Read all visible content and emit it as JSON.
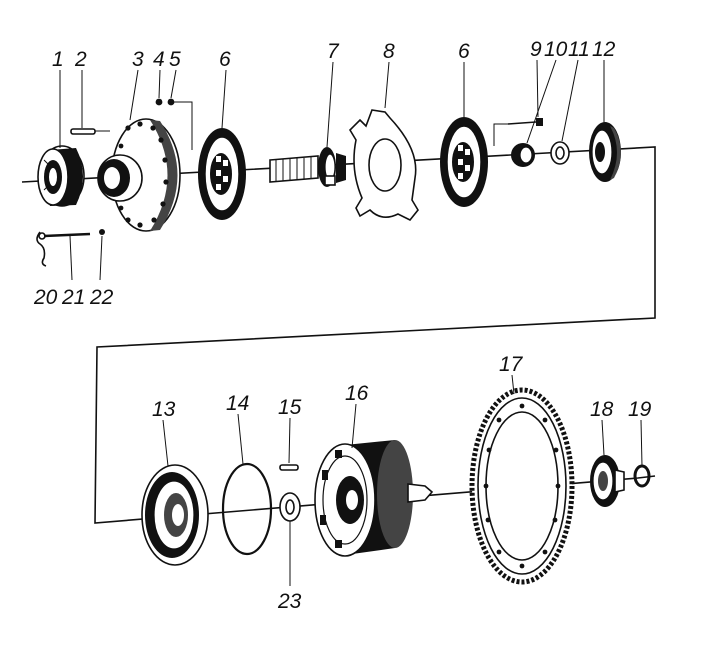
{
  "diagram": {
    "labels": [
      {
        "id": "l1",
        "text": "1"
      },
      {
        "id": "l2",
        "text": "2"
      },
      {
        "id": "l3",
        "text": "3"
      },
      {
        "id": "l4",
        "text": "4"
      },
      {
        "id": "l5",
        "text": "5"
      },
      {
        "id": "l6a",
        "text": "6"
      },
      {
        "id": "l7",
        "text": "7"
      },
      {
        "id": "l8",
        "text": "8"
      },
      {
        "id": "l6b",
        "text": "6"
      },
      {
        "id": "l9",
        "text": "9"
      },
      {
        "id": "l10",
        "text": "10"
      },
      {
        "id": "l11",
        "text": "11"
      },
      {
        "id": "l12",
        "text": "12"
      },
      {
        "id": "l20",
        "text": "20"
      },
      {
        "id": "l21",
        "text": "21"
      },
      {
        "id": "l22",
        "text": "22"
      },
      {
        "id": "l13",
        "text": "13"
      },
      {
        "id": "l14",
        "text": "14"
      },
      {
        "id": "l15",
        "text": "15"
      },
      {
        "id": "l16",
        "text": "16"
      },
      {
        "id": "l17",
        "text": "17"
      },
      {
        "id": "l18",
        "text": "18"
      },
      {
        "id": "l19",
        "text": "19"
      },
      {
        "id": "l23",
        "text": "23"
      }
    ]
  }
}
